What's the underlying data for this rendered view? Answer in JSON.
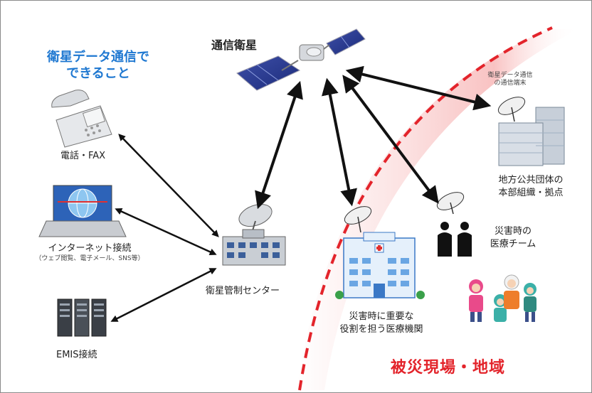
{
  "heading": {
    "line1": "衛星データ通信で",
    "line2": "できること"
  },
  "satellite": {
    "label": "通信衛星"
  },
  "services": {
    "phone": {
      "label": "電話・FAX"
    },
    "internet": {
      "label": "インターネット接続",
      "note": "（ウェブ閲覧、電子メール、SNS等）"
    },
    "emis": {
      "label": "EMIS接続"
    }
  },
  "control_center": {
    "label": "衛星管制センター"
  },
  "terminal_note": {
    "line1": "衛星データ通信",
    "line2": "の通信端末"
  },
  "local_gov": {
    "line1": "地方公共団体の",
    "line2": "本部組織・拠点"
  },
  "medical_team": {
    "line1": "災害時の",
    "line2": "医療チーム"
  },
  "hospital": {
    "line1": "災害時に重要な",
    "line2": "役割を担う医療機関"
  },
  "disaster_area": {
    "label": "被災現場・地域"
  },
  "colors": {
    "heading": "#1f78d1",
    "disaster": "#e3242b",
    "arrow": "#111111"
  }
}
